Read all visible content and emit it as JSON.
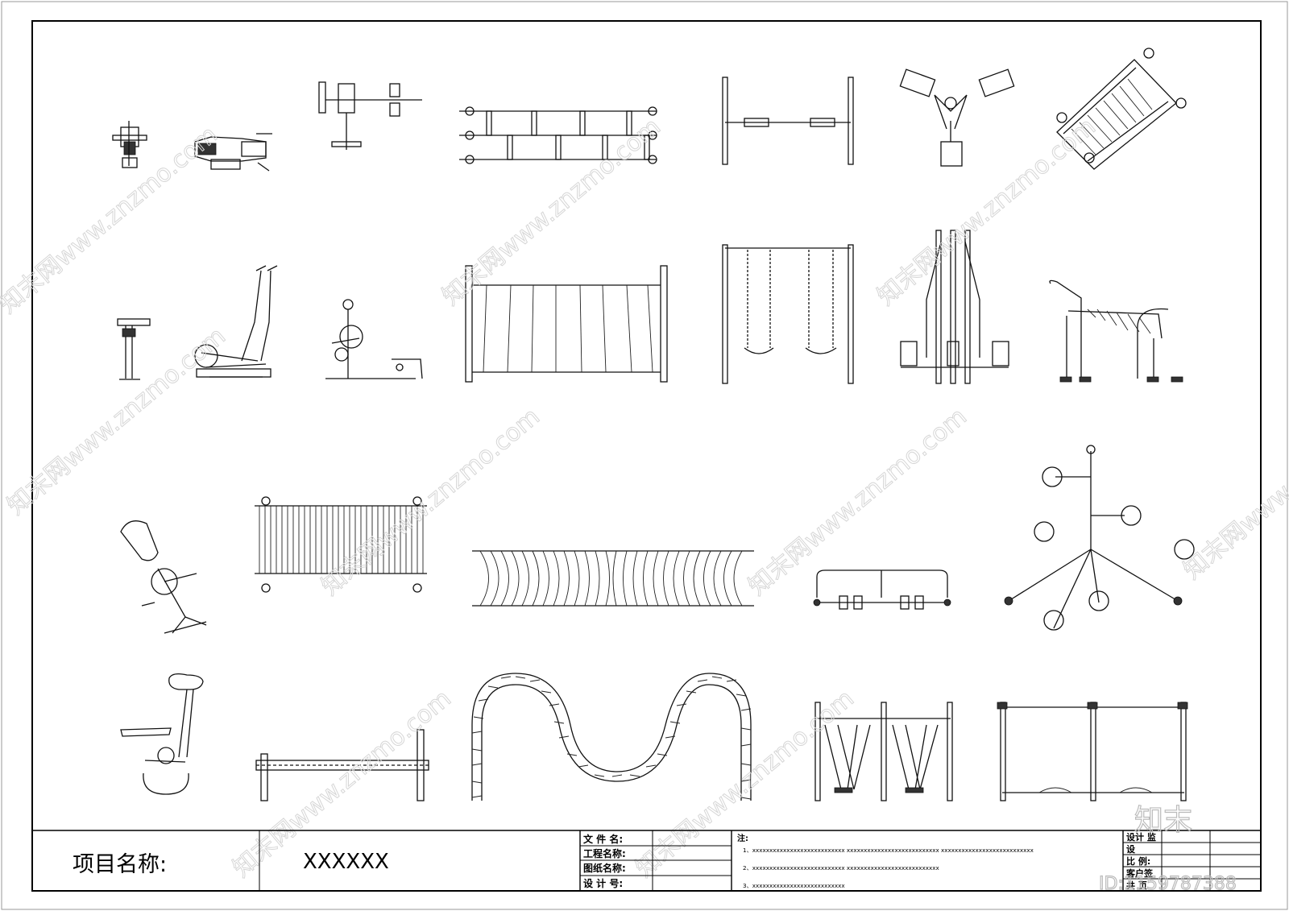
{
  "title_block": {
    "project_label": "项目名称:",
    "project_value": "XXXXXX",
    "file_name_label": "文 件 名:",
    "engineering_name_label": "工程名称:",
    "drawing_name_label": "图纸名称:",
    "design_no_label": "设 计 号:",
    "notes_label": "注:",
    "notes": [
      "1、xxxxxxxxxxxxxxxxxxxxxxxxxxx   xxxxxxxxxxxxxxxxxxxxxxxxxxx   xxxxxxxxxxxxxxxxxxxxxxxxxxx",
      "2、xxxxxxxxxxxxxxxxxxxxxxxxxxx   xxxxxxxxxxxxxxxxxxxxxxxxxxx",
      "3、xxxxxxxxxxxxxxxxxxxxxxxxxxx"
    ],
    "right_labels": [
      "设计 监",
      "设",
      "比  例:",
      "客户签",
      "共     页"
    ]
  },
  "watermark": {
    "site_text": "知末网www.znzmo.com",
    "brand_logo_text": "知末",
    "image_id_text": "ID:1159787388"
  }
}
